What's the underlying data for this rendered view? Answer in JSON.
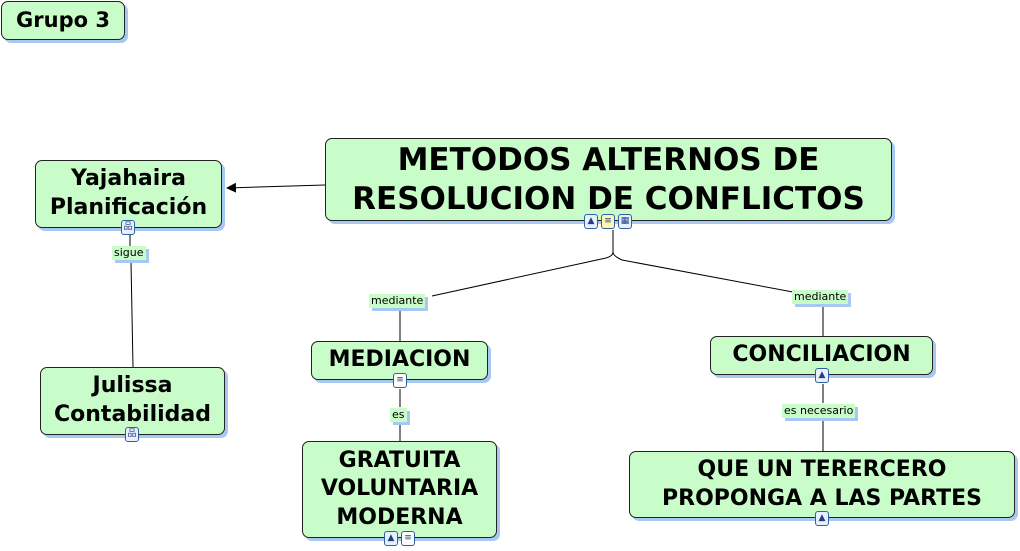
{
  "nodes": {
    "grupo": "Grupo 3",
    "main": "METODOS  ALTERNOS  DE\nRESOLUCION DE  CONFLICTOS",
    "yajahaira": "Yajahaira\nPlanificación",
    "julissa": "Julissa\nContabilidad",
    "mediacion": "MEDIACION",
    "conciliacion": "CONCILIACION",
    "gratuita": "GRATUITA\nVOLUNTARIA\nMODERNA",
    "tercero": "QUE  UN TERERCERO\nPROPONGA  A  LAS PARTES"
  },
  "links": {
    "sigue": "sigue",
    "mediante1": "mediante",
    "mediante2": "mediante",
    "es": "es",
    "es_necesario": "es necesario"
  },
  "colors": {
    "node_fill": "#c8fcc8",
    "shadow": "#a8c8f4"
  }
}
